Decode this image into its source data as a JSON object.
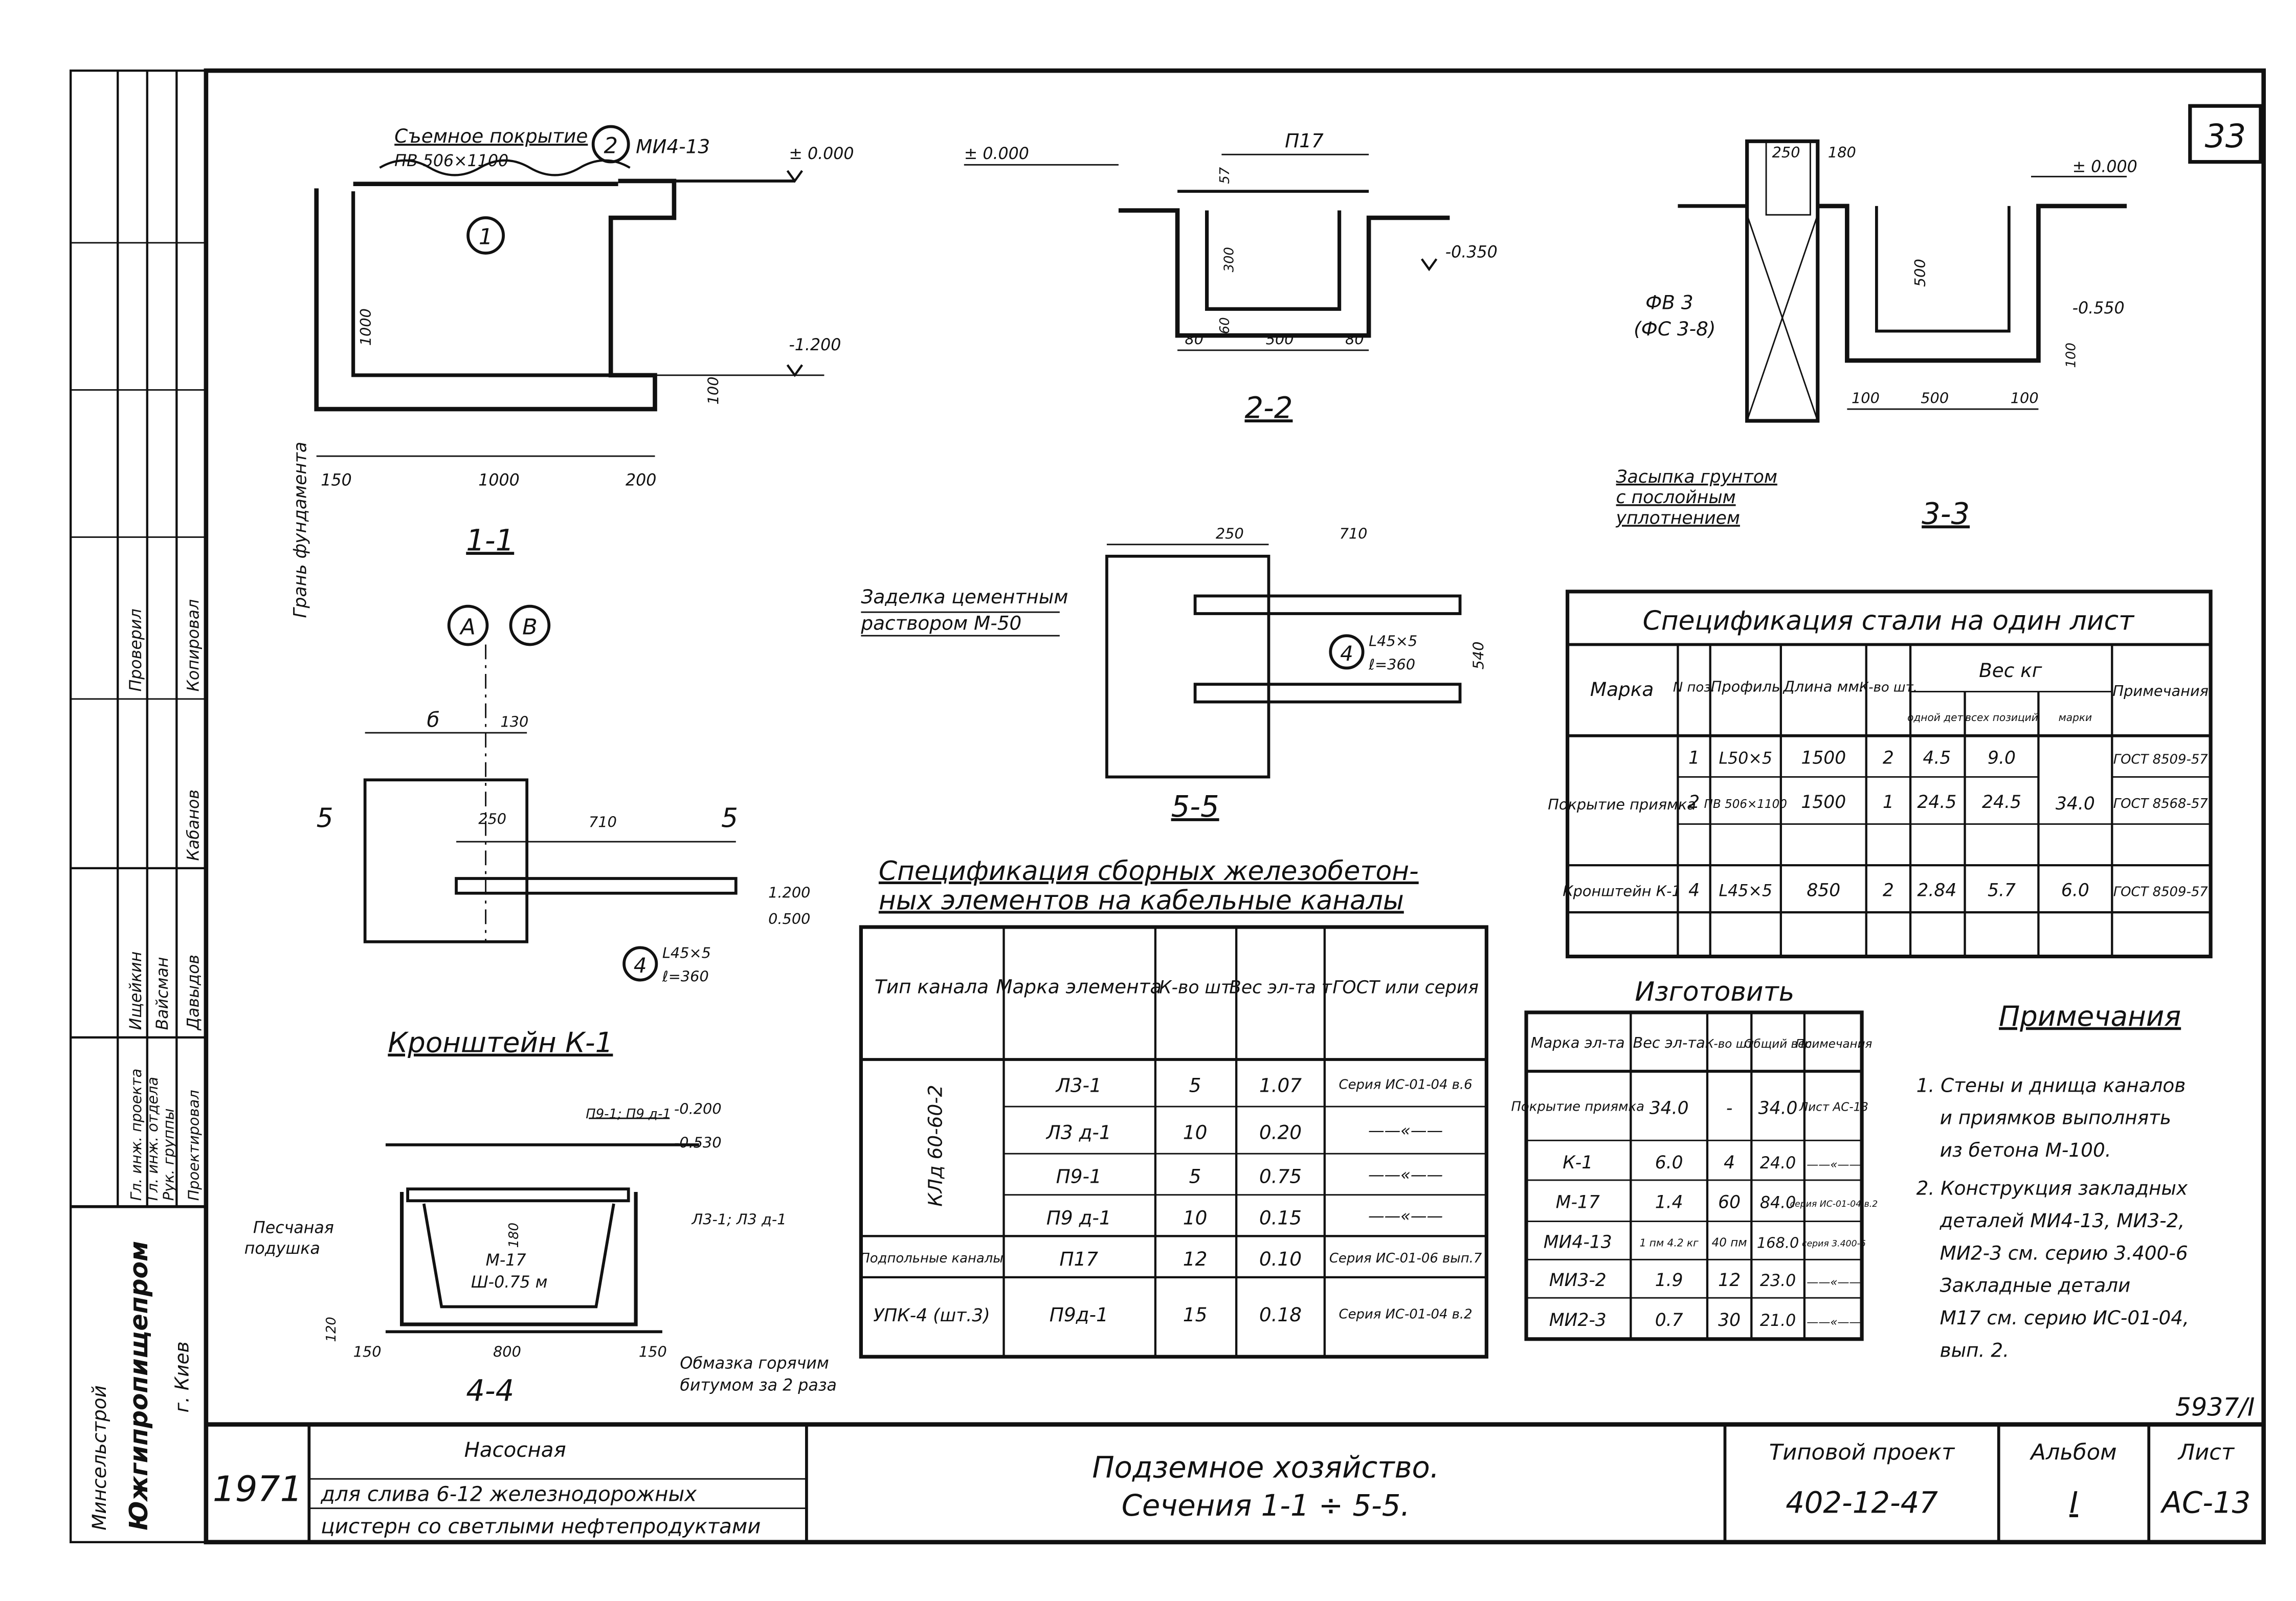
{
  "sheet_number": "33",
  "inventory_number": "5937/I",
  "sections": {
    "s11": {
      "title": "1-1",
      "top_label": "Съемное покрытие",
      "top_sub": "ПВ 506×1100",
      "mark_ref": "МИ4-13",
      "elev_top": "± 0.000",
      "elev_bottom": "-1.200",
      "dim_height": "1000",
      "dim_slab": "100",
      "dims_bottom": [
        "150",
        "1000",
        "200"
      ],
      "callout_1": "1",
      "callout_2": "2",
      "side_label": "Грань фундамента"
    },
    "s22": {
      "title": "2-2",
      "mark": "П17",
      "elev_top": "± 0.000",
      "elev_bottom": "-0.350",
      "dim_57": "57",
      "dim_300": "300",
      "dims_bottom": [
        "80",
        "500",
        "80"
      ],
      "dim_slab": "60"
    },
    "s33": {
      "title": "3-3",
      "elev_top": "± 0.000",
      "elev_bottom": "-0.550",
      "dims_top": [
        "250",
        "180"
      ],
      "dim_500": "500",
      "dims_bottom": [
        "100",
        "500",
        "100"
      ],
      "dim_slab": "100",
      "fundament_label": "ФВ 3",
      "fundament_sub": "(ФС 3-8)",
      "fill_note": [
        "Засыпка грунтом",
        "с послойным",
        "уплотнением"
      ]
    },
    "s55": {
      "title": "5-5",
      "note": [
        "Заделка цементным",
        "раствором М-50"
      ],
      "dims_top": [
        "250",
        "710"
      ],
      "dim_side": "540",
      "callout": "4",
      "profile": "L45×5",
      "length": "ℓ=360"
    },
    "s44": {
      "title": "4-4",
      "elev_1": "-0.200",
      "elev_2": "-0.530",
      "label_top": "П9-1; П9 д-1",
      "label_right": "Л3-1; Л3 д-1",
      "label_pad": [
        "Песчаная",
        "подушка"
      ],
      "inner_mark": "М-17",
      "inner_width": "Ш-0.75 м",
      "dims_bottom": [
        "150",
        "800",
        "150"
      ],
      "dim_180": "180",
      "dim_side": "120",
      "bitumen_note": [
        "Обмазка горячим",
        "битумом за 2 раза"
      ]
    }
  },
  "bracket": {
    "title": "Кронштейн К-1",
    "axis_a": "А",
    "axis_b": "В",
    "dim_b": "б",
    "dim_130": "130",
    "dim_250": "250",
    "dim_710": "710",
    "cut_5": "5",
    "elev_1": "1.200",
    "elev_2": "0.500",
    "callout": "4",
    "profile": "L45×5",
    "length": "ℓ=360"
  },
  "steel_spec": {
    "title": "Спецификация стали на один лист",
    "headers": [
      "Марка",
      "N поз.",
      "Профиль",
      "Длина мм.",
      "К-во шт.",
      "Вес кг",
      "Примечания"
    ],
    "weight_subheaders": [
      "одной дет.",
      "всех позиций",
      "марки"
    ],
    "rows": [
      [
        "Покрытие приямка",
        "1",
        "L50×5",
        "1500",
        "2",
        "4.5",
        "9.0",
        "34.0",
        "ГОСТ 8509-57"
      ],
      [
        "",
        "2",
        "ПВ 506×1100",
        "1500",
        "1",
        "24.5",
        "24.5",
        "",
        "ГОСТ 8568-57"
      ],
      [
        "Кронштейн К-1",
        "4",
        "L45×5",
        "850",
        "2",
        "2.84",
        "5.7",
        "6.0",
        "ГОСТ 8509-57"
      ]
    ]
  },
  "precast_spec": {
    "title_1": "Спецификация сборных железобетон-",
    "title_2": "ных элементов на кабельные каналы",
    "headers": [
      "Тип канала",
      "Марка элемента",
      "К-во шт",
      "Вес эл-та т",
      "ГОСТ или серия"
    ],
    "group_1": "КЛд 60-60-2",
    "rows": [
      [
        "Л3-1",
        "5",
        "1.07",
        "Серия ИС-01-04 в.6"
      ],
      [
        "Л3 д-1",
        "10",
        "0.20",
        "——«——"
      ],
      [
        "П9-1",
        "5",
        "0.75",
        "——«——"
      ],
      [
        "П9 д-1",
        "10",
        "0.15",
        "——«——"
      ]
    ],
    "row_podd": [
      "Подпольные каналы",
      "П17",
      "12",
      "0.10",
      "Серия ИС-01-06 вып.7"
    ],
    "row_upk": [
      "УПК-4 (шт.3)",
      "П9д-1",
      "15",
      "0.18",
      "Серия ИС-01-04 в.2"
    ]
  },
  "make_table": {
    "title": "Изготовить",
    "headers": [
      "Марка эл-та",
      "Вес эл-та",
      "К-во шт",
      "Общий вес",
      "Примечания"
    ],
    "rows": [
      [
        "Покрытие приямка",
        "34.0",
        "-",
        "34.0",
        "Лист АС-13"
      ],
      [
        "К-1",
        "6.0",
        "4",
        "24.0",
        "——«——"
      ],
      [
        "М-17",
        "1.4",
        "60",
        "84.0",
        "серия ИС-01-04 в.2"
      ],
      [
        "МИ4-13",
        "1 пм 4.2 кг",
        "40 пм",
        "168.0",
        "серия 3.400-6"
      ],
      [
        "МИ3-2",
        "1.9",
        "12",
        "23.0",
        "——«——"
      ],
      [
        "МИ2-3",
        "0.7",
        "30",
        "21.0",
        "——«——"
      ]
    ]
  },
  "notes": {
    "title": "Примечания",
    "items": [
      [
        "1. Стены и днища каналов",
        "и приямков выполнять",
        "из бетона М-100."
      ],
      [
        "2. Конструкция закладных",
        "деталей МИ4-13, МИ3-2,",
        "МИ2-3 см. серию 3.400-6",
        "Закладные детали",
        "М17 см. серию ИС-01-04,",
        "вып. 2."
      ]
    ]
  },
  "left_stamp": {
    "roles": [
      "Гл. инж. проекта",
      "Гл. инж. отдела",
      "Рук. группы",
      "Проектировал"
    ],
    "signatures": [
      "Ищейкин",
      "Вайсман",
      "Кабанов",
      "Давыдов"
    ],
    "roles_2": [
      "Проверил",
      "Копировал"
    ],
    "vertical": [
      "Минсельстрой",
      "Южгипропищепром",
      "г. Киев"
    ]
  },
  "title_block": {
    "year": "1971",
    "object_1": "Насосная",
    "object_2": "для слива 6-12 железнодорожных",
    "object_3": "цистерн со светлыми нефтепродуктами",
    "title_1": "Подземное хозяйство.",
    "title_2": "Сечения 1-1 ÷ 5-5.",
    "project_label": "Типовой проект",
    "project_number": "402-12-47",
    "album_label": "Альбом",
    "album_number": "I",
    "sheet_label": "Лист",
    "sheet_code": "АС-13"
  }
}
